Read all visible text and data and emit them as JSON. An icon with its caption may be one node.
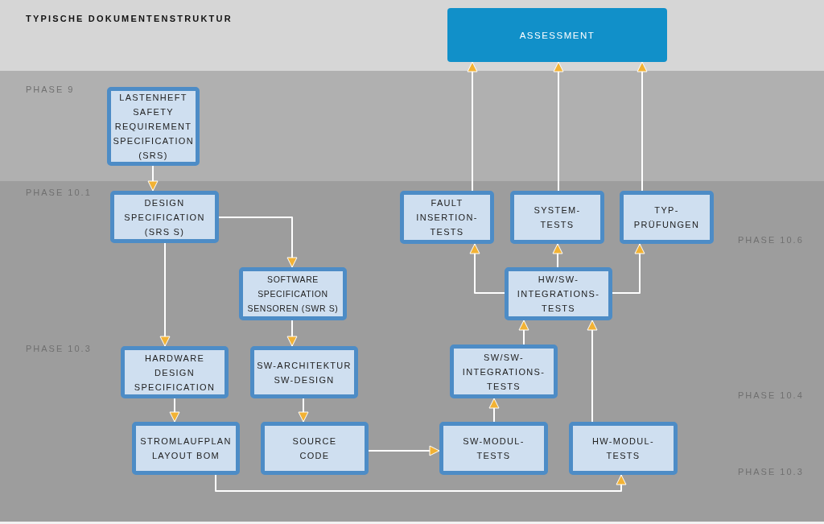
{
  "diagram": {
    "title": "TYPISCHE DOKUMENTENSTRUKTUR",
    "nodes": [
      {
        "text": [
          "ASSESSMENT"
        ]
      },
      {
        "text": [
          "LASTENHEFT SAFETY REQUIREMENT SPECIFICATION (SRS)"
        ]
      },
      {
        "text": [
          "DESIGN SPECIFICATION (SRS S)"
        ]
      },
      {
        "text": [
          "SOFTWARE SPECIFICATION SENSOREN (SWR S)"
        ]
      },
      {
        "text": [
          "HARDWARE DESIGN SPECIFICATION"
        ]
      },
      {
        "text": [
          "SW-ARCHITEKTUR SW-DESIGN"
        ]
      },
      {
        "text": [
          "STROMLAUFPLAN LAYOUT BOM"
        ]
      },
      {
        "text": [
          "SOURCE CODE"
        ]
      },
      {
        "text": [
          "FAULT INSERTION-TESTS"
        ]
      },
      {
        "text": [
          "SYSTEM-TESTS"
        ]
      },
      {
        "text": [
          "TYP-PRÜFUNGEN"
        ]
      },
      {
        "text": [
          "HW/SW-INTEGRATIONS-TESTS"
        ]
      },
      {
        "text": [
          "SW/SW-INTEGRATIONS-TESTS"
        ]
      },
      {
        "text": [
          "SW-MODUL-TESTS"
        ]
      },
      {
        "text": [
          "HW-MODUL-TESTS"
        ]
      }
    ],
    "edges": [
      {
        "from": 1,
        "to": 2,
        "arrow": "to"
      },
      {
        "from": 2,
        "to": 3,
        "arrow": "to"
      },
      {
        "from": 2,
        "to": 4,
        "arrow": "to"
      },
      {
        "from": 3,
        "to": 5,
        "arrow": "to"
      },
      {
        "from": 4,
        "to": 6,
        "arrow": "to"
      },
      {
        "from": 5,
        "to": 7,
        "arrow": "to"
      },
      {
        "from": 7,
        "to": 13,
        "arrow": "to"
      },
      {
        "from": 6,
        "to": 14,
        "arrow": "to"
      },
      {
        "from": 13,
        "to": 12,
        "arrow": "to"
      },
      {
        "from": 12,
        "to": 11,
        "arrow": "to"
      },
      {
        "from": 14,
        "to": 11,
        "arrow": "to"
      },
      {
        "from": 11,
        "to": 8,
        "arrow": "to"
      },
      {
        "from": 11,
        "to": 9,
        "arrow": "to"
      },
      {
        "from": 11,
        "to": 10,
        "arrow": "to"
      },
      {
        "from": 8,
        "to": 0,
        "arrow": "to"
      },
      {
        "from": 9,
        "to": 0,
        "arrow": "to"
      },
      {
        "from": 10,
        "to": 0,
        "arrow": "to"
      }
    ],
    "labels": [
      "PHASE 9",
      "PHASE 10.1",
      "PHASE 10.6",
      "PHASE 10.3",
      "PHASE 10.4",
      "PHASE 10.3"
    ]
  }
}
